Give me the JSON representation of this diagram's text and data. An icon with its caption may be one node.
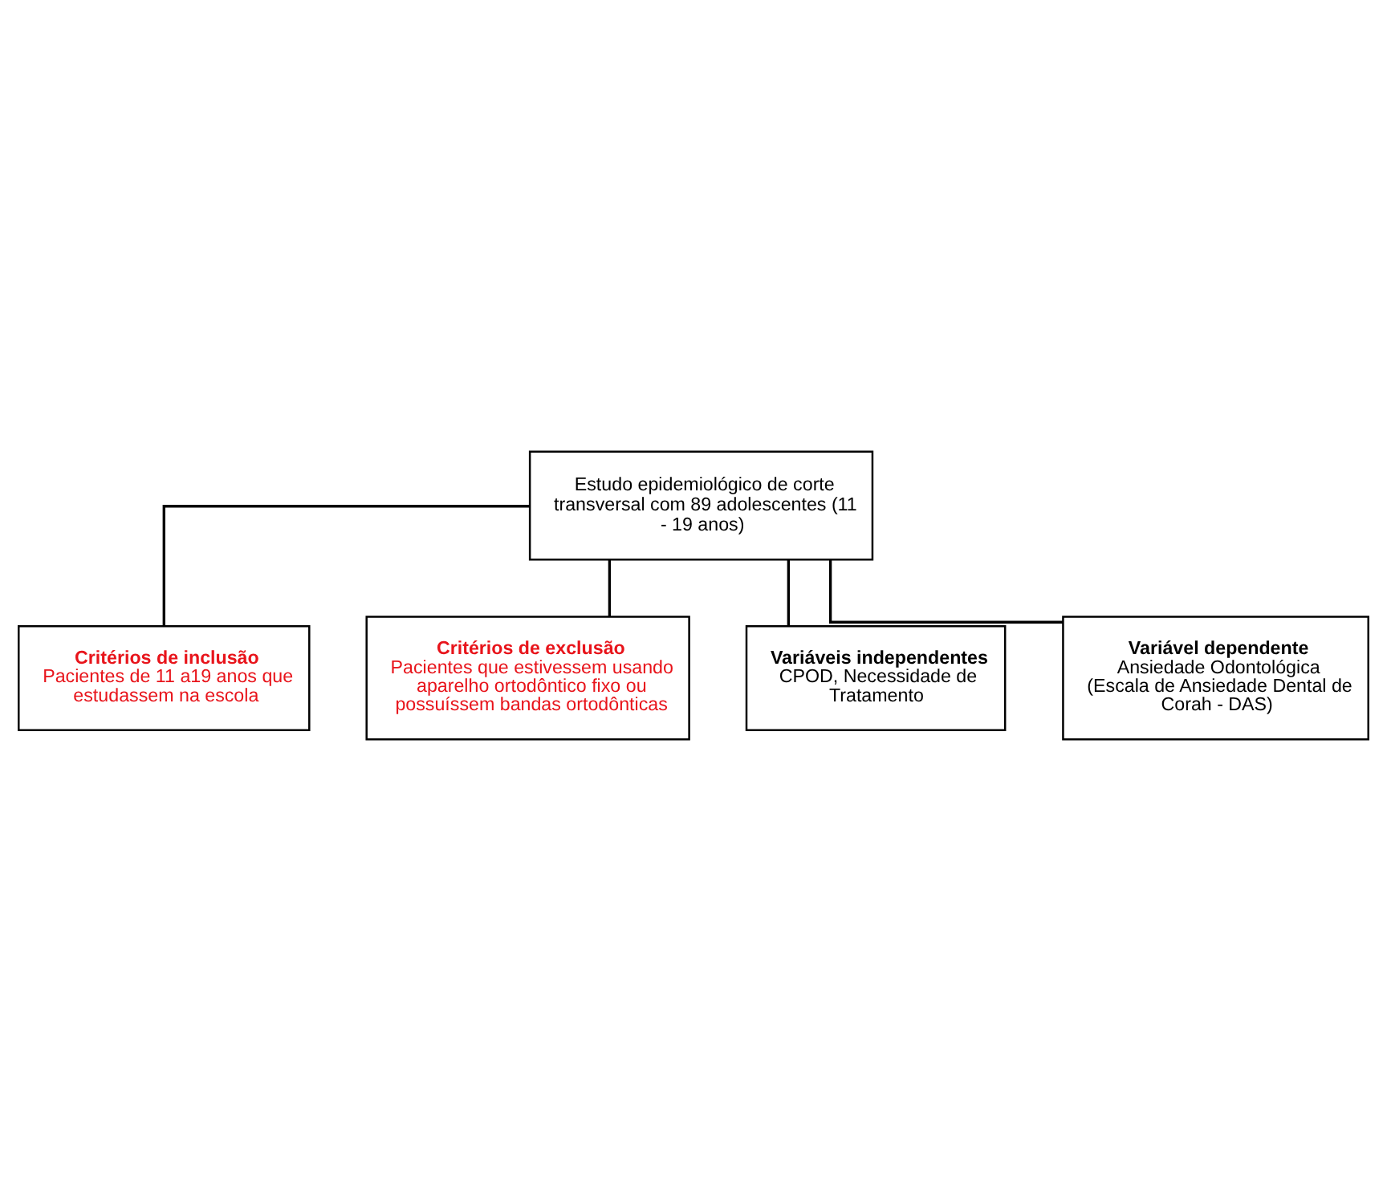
{
  "diagram": {
    "nodes": [
      {
        "text": [
          "Estudo epidemiológico de corte transversal com 89 adolescentes (11 - 19 anos)"
        ]
      },
      {
        "text": [
          "Critérios de inclusão",
          "Pacientes de 11 a19 anos que estudassem na escola"
        ]
      },
      {
        "text": [
          "Critérios de exclusão",
          "Pacientes que estivessem usando aparelho ortodôntico fixo ou possuíssem bandas ortodônticas"
        ]
      },
      {
        "text": [
          "Variáveis independentes",
          "CPOD, Necessidade de Tratamento"
        ]
      },
      {
        "text": [
          "Variável dependente",
          "Ansiedade Odontológica  (Escala de Ansiedade Dental de Corah - DAS)"
        ]
      }
    ],
    "edges": [
      {
        "from": 0,
        "to": 1,
        "arrow": "none"
      },
      {
        "from": 0,
        "to": 2,
        "arrow": "none"
      },
      {
        "from": 0,
        "to": 3,
        "arrow": "none"
      },
      {
        "from": 0,
        "to": 4,
        "arrow": "none"
      }
    ]
  }
}
